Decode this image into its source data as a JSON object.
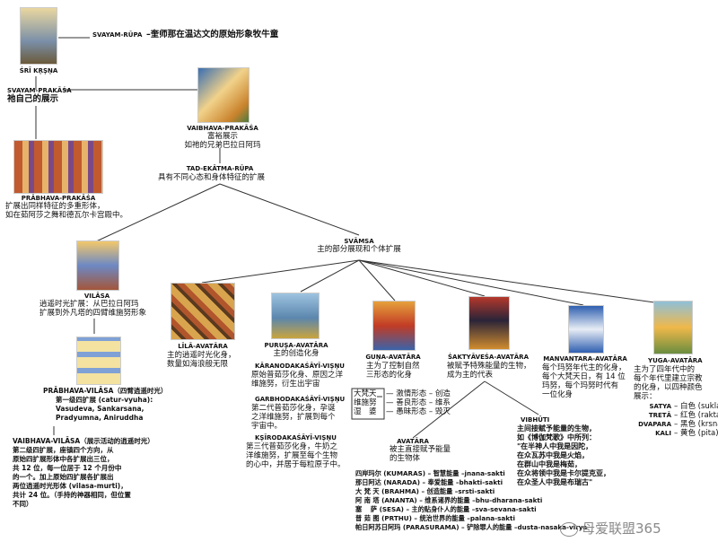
{
  "colors": {
    "background": "#ffffff",
    "line": "#333333",
    "text": "#111111",
    "watermark": "#8a8a8a"
  },
  "nodes": {
    "svayam_rupa": {
      "label": "SVAYAM-RŪPA",
      "desc": "–奎师那在温达文的原始形象牧牛童"
    },
    "sri_krsna": {
      "label": "ŚRĪ KṚṢṆA"
    },
    "svayam_prakasa": {
      "label": "SVAYAM-PRAKĀŚA",
      "desc": "祂自己的展示"
    },
    "vaibhava_prakasa": {
      "label": "VAIBHAVA-PRAKĀŚA",
      "line1": "富裕展示",
      "line2": "如祂的兄弟巴拉日阿玛"
    },
    "prabhava_prakasa": {
      "label": "PRĀBHAVA-PRAKĀŚA",
      "line1": "扩展出同样特征的多重形体，",
      "line2": "如在茹阿莎之舞和德瓦尔卡宫殿中。"
    },
    "tad_ekatma": {
      "label": "TAD-EKĀTMA-RŪPA",
      "desc": "具有不同心态和身体特征的扩展"
    },
    "svamsa": {
      "label": "SVĀMSA",
      "desc": "主的部分展现和个体扩展"
    },
    "vilasa": {
      "label": "VILĀSA",
      "line1": "逍遥时光扩展：从巴拉日阿玛",
      "line2": "扩展到外凡塔的四臂维施努形象"
    },
    "prabhava_vilasa": {
      "label": "PRĀBHAVA-VILĀSA（四臂逍遥时光）",
      "line1": "第一级四扩展 (catur-vyuha):",
      "line2": "Vasudeva, Sankarsana,",
      "line3": "Pradyumna, Aniruddha"
    },
    "vaibhava_vilasa": {
      "label": "VAIBHAVA-VILĀSA（展示活动的逍遥时光）",
      "lines": [
        "第二级四扩展，座镇四个方向，从",
        "原始四扩展形体中各扩展出三位，",
        "共 12 位，每一位居于 12 个月份中",
        "的一个。加上原始四扩展各扩展出",
        "两位逍遥时光形体 (vilasa-murti)，",
        "共计 24 位。（手持的神器相同，但位置",
        "不同）"
      ]
    },
    "lila_avatara": {
      "label": "LĪLĀ-AVATĀRA",
      "line1": "主的逍遥时光化身，",
      "line2": "数量如海浪般无限"
    },
    "purusa_avatara": {
      "label": "PURUṢA-AVATĀRA",
      "desc": "主的创造化身"
    },
    "karanodaka": {
      "label": "KĀRANODAKAŚĀYĪ-VIṢṆU",
      "line1": "原始普茹莎化身、原因之洋",
      "line2": "维施努，衍生出宇宙"
    },
    "garbhodaka": {
      "label": "GARBHODAKAŚĀYĪ-VIṢṆU",
      "line1": "第二代普茹莎化身，孕诞",
      "line2": "之洋维施努，扩展到每个",
      "line3": "宇宙中。"
    },
    "ksirodaka": {
      "label": "KṢĪRODAKAŚĀYĪ-VIṢṆU",
      "line1": "第三代普茹莎化身，牛奶之",
      "line2": "洋维施努，扩展至每个生物",
      "line3": "的心中，并居于每粒原子中。"
    },
    "guna_avatara": {
      "label": "GUṆA-AVATĀRA",
      "line1": "主为了控制自然",
      "line2": "三形态的化身",
      "deities": [
        "大梵天",
        "维施努",
        "湿　婆"
      ],
      "modes": [
        "— 激情形态 – 创造",
        "— 善良形态 – 维系",
        "— 愚昧形态 – 毁灭"
      ]
    },
    "saktyavesa_avatara": {
      "label": "ŚAKTYĀVEŚA-AVATĀRA",
      "line1": "被赋予特殊能量的生物，",
      "line2": "成为主的代表"
    },
    "avatara": {
      "label": "AVATĀRA",
      "line1": "被主直接赋予能量",
      "line2": "的生物体",
      "empowered": [
        "四岸玛尔 (KUMARAS) – 智慧能量 –jnana-sakti",
        "那日阿达 (NARADA) – 奉爱能量 –bhakti-sakti",
        "大 梵 天 (BRAHMA) – 创造能量 –srsti-sakti",
        "阿 南 塔 (ANANTA) – 维系诸界的能量 –bhu-dharana-sakti",
        "塞　 萨 (SESA) – 主的贴身仆人的能量 –sva-sevana-sakti",
        "普 茹 图 (PRTHU) – 统治世界的能量 –palana-sakti",
        "帕日阿苏日阿玛 (PARASURAMA) – 铲除罪人的能量 –dusta-nasaka-virya"
      ]
    },
    "vibhuti": {
      "label": "VIBHŪTI",
      "lines": [
        "主间接赋予能量的生物，",
        "如《博伽梵歌》中所列：",
        "\"在半神人中我是因陀，",
        "在众瓦苏中我是火焰，",
        "在群山中我是梅茹，",
        "在众将领中我是卡尔提克亚，",
        "在众圣人中我是布瑞古\""
      ]
    },
    "manvantara_avatara": {
      "label": "MANVANTARA-AVATĀRA",
      "line1": "每个玛努年代主的化身，",
      "line2": "每个大梵天日，有 14 位",
      "line3": "玛努，每个玛努时代有",
      "line4": "一位化身"
    },
    "yuga_avatara": {
      "label": "YUGA-AVATĀRA",
      "line1": "主为了四年代中的",
      "line2": "每个年代里建立宗教",
      "line3": "的化身，以四种颜色",
      "line4": "展示：",
      "yugas": [
        {
          "name": "SATYA",
          "color": "– 白色 (sukla)"
        },
        {
          "name": "TRETĀ",
          "color": "– 红色 (rakta)"
        },
        {
          "name": "DVAPARA",
          "color": "– 黑色 (krsna)"
        },
        {
          "name": "KALI",
          "color": "– 黄色 (pita)"
        }
      ]
    }
  },
  "watermark": {
    "text": "母爱联盟365"
  }
}
